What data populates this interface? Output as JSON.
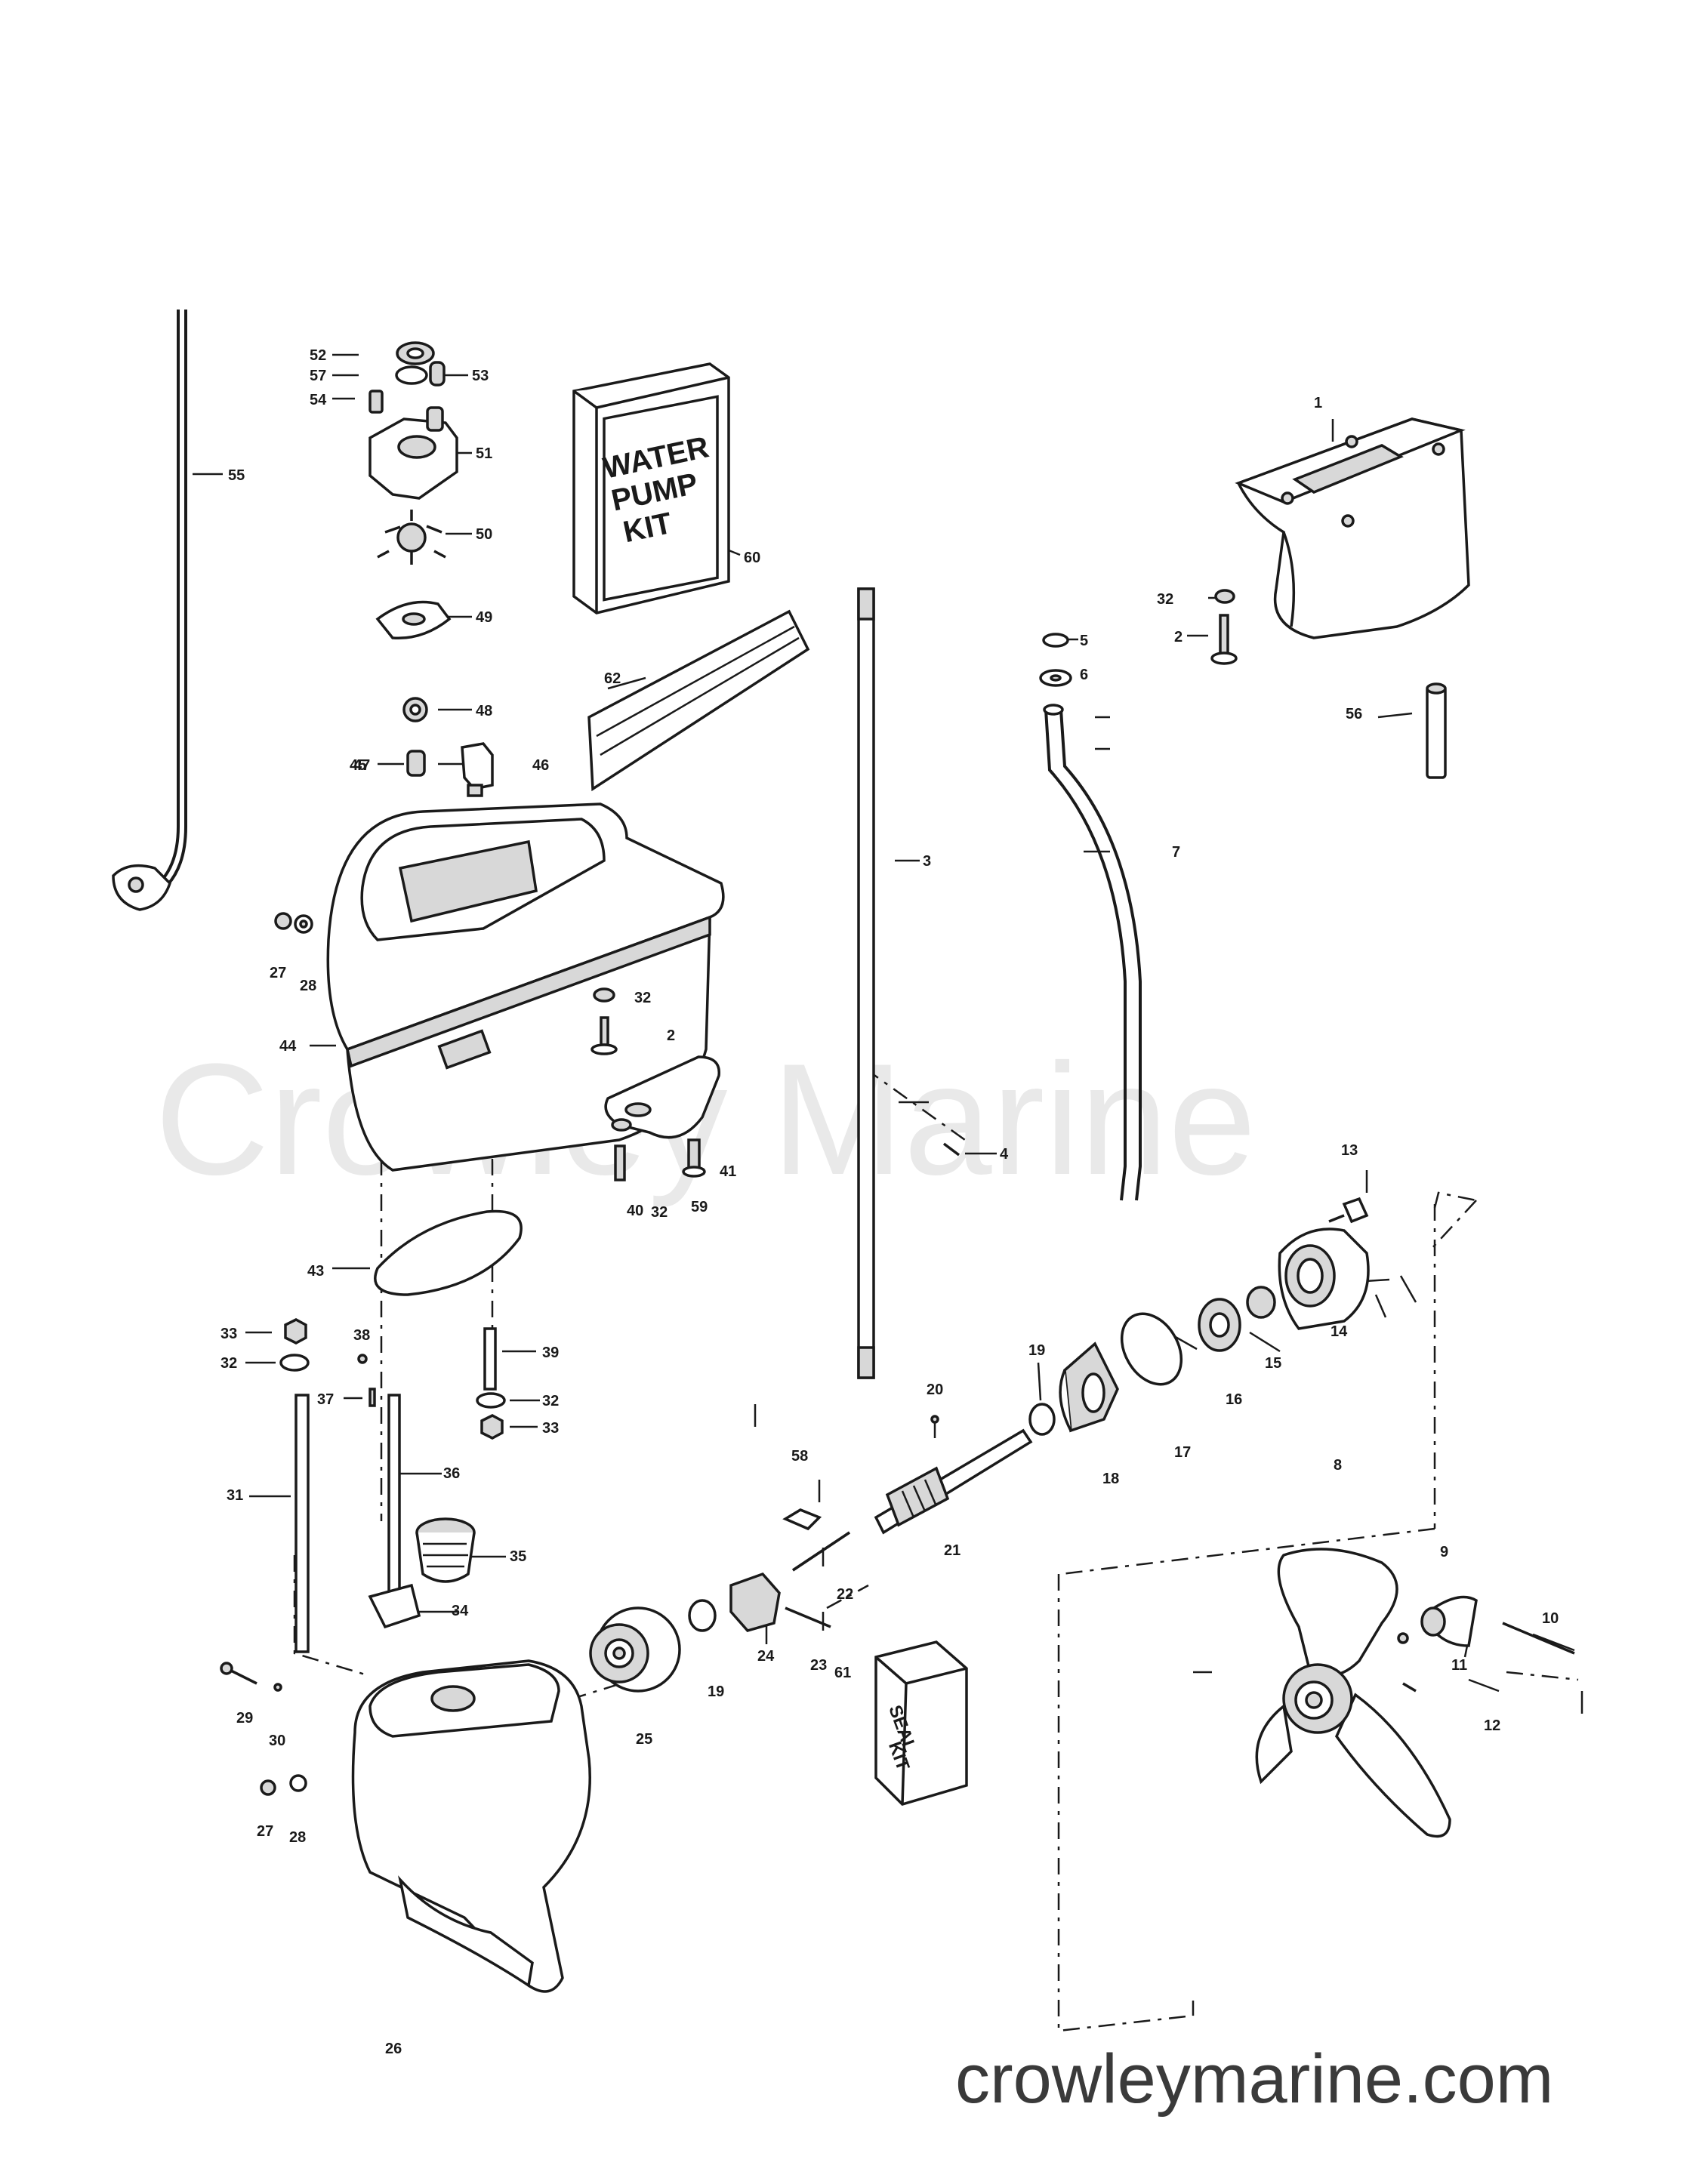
{
  "watermark": "Crowley Marine",
  "site_url": "crowleymarine.com",
  "kits": {
    "water_pump": [
      "WATER",
      "PUMP",
      "KIT"
    ],
    "seal": [
      "SEAL",
      "KIT"
    ]
  },
  "callouts": [
    {
      "id": "c1",
      "label": "1"
    },
    {
      "id": "c2a",
      "label": "2"
    },
    {
      "id": "c2b",
      "label": "2"
    },
    {
      "id": "c3",
      "label": "3"
    },
    {
      "id": "c4",
      "label": "4"
    },
    {
      "id": "c5",
      "label": "5"
    },
    {
      "id": "c6",
      "label": "6"
    },
    {
      "id": "c7",
      "label": "7"
    },
    {
      "id": "c8",
      "label": "8"
    },
    {
      "id": "c9",
      "label": "9"
    },
    {
      "id": "c10",
      "label": "10"
    },
    {
      "id": "c11",
      "label": "11"
    },
    {
      "id": "c12",
      "label": "12"
    },
    {
      "id": "c13",
      "label": "13"
    },
    {
      "id": "c14",
      "label": "14"
    },
    {
      "id": "c15",
      "label": "15"
    },
    {
      "id": "c16",
      "label": "16"
    },
    {
      "id": "c17",
      "label": "17"
    },
    {
      "id": "c18",
      "label": "18"
    },
    {
      "id": "c19a",
      "label": "19"
    },
    {
      "id": "c19b",
      "label": "19"
    },
    {
      "id": "c20",
      "label": "20"
    },
    {
      "id": "c21",
      "label": "21"
    },
    {
      "id": "c22",
      "label": "22"
    },
    {
      "id": "c23",
      "label": "23"
    },
    {
      "id": "c24",
      "label": "24"
    },
    {
      "id": "c25",
      "label": "25"
    },
    {
      "id": "c26",
      "label": "26"
    },
    {
      "id": "c27a",
      "label": "27"
    },
    {
      "id": "c27b",
      "label": "27"
    },
    {
      "id": "c28a",
      "label": "28"
    },
    {
      "id": "c28b",
      "label": "28"
    },
    {
      "id": "c29",
      "label": "29"
    },
    {
      "id": "c30",
      "label": "30"
    },
    {
      "id": "c31",
      "label": "31"
    },
    {
      "id": "c32a",
      "label": "32"
    },
    {
      "id": "c32b",
      "label": "32"
    },
    {
      "id": "c32c",
      "label": "32"
    },
    {
      "id": "c32d",
      "label": "32"
    },
    {
      "id": "c32e",
      "label": "32"
    },
    {
      "id": "c33a",
      "label": "33"
    },
    {
      "id": "c33b",
      "label": "33"
    },
    {
      "id": "c34",
      "label": "34"
    },
    {
      "id": "c35",
      "label": "35"
    },
    {
      "id": "c36",
      "label": "36"
    },
    {
      "id": "c37",
      "label": "37"
    },
    {
      "id": "c38",
      "label": "38"
    },
    {
      "id": "c39",
      "label": "39"
    },
    {
      "id": "c40",
      "label": "40"
    },
    {
      "id": "c41",
      "label": "41"
    },
    {
      "id": "c43",
      "label": "43"
    },
    {
      "id": "c44",
      "label": "44"
    },
    {
      "id": "c45",
      "label": "45"
    },
    {
      "id": "c46",
      "label": "46"
    },
    {
      "id": "c47",
      "label": "47"
    },
    {
      "id": "c48",
      "label": "48"
    },
    {
      "id": "c49",
      "label": "49"
    },
    {
      "id": "c50",
      "label": "50"
    },
    {
      "id": "c51",
      "label": "51"
    },
    {
      "id": "c52",
      "label": "52"
    },
    {
      "id": "c53",
      "label": "53"
    },
    {
      "id": "c54",
      "label": "54"
    },
    {
      "id": "c55",
      "label": "55"
    },
    {
      "id": "c56",
      "label": "56"
    },
    {
      "id": "c57",
      "label": "57"
    },
    {
      "id": "c58",
      "label": "58"
    },
    {
      "id": "c59",
      "label": "59"
    },
    {
      "id": "c60",
      "label": "60"
    },
    {
      "id": "c61",
      "label": "61"
    },
    {
      "id": "c62",
      "label": "62"
    }
  ]
}
